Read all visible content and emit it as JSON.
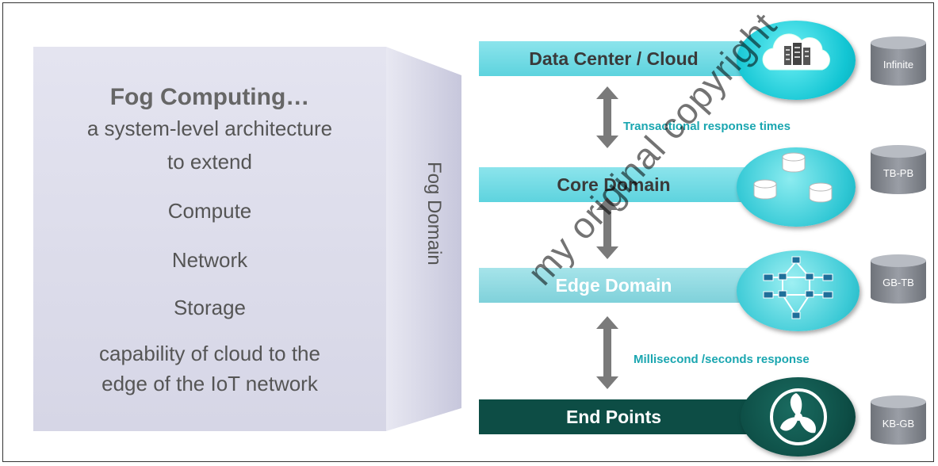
{
  "left_panel": {
    "title": "Fog Computing…",
    "lines": [
      "a system-level architecture",
      "to extend",
      "Compute",
      "Network",
      "Storage",
      "capability of cloud to the",
      "edge of the IoT network"
    ]
  },
  "side_label": "Fog Domain",
  "tiers": [
    {
      "name": "Data Center / Cloud",
      "storage": "Infinite",
      "icon": "cloud-server-icon"
    },
    {
      "name": "Core Domain",
      "storage": "TB-PB",
      "icon": "database-icon"
    },
    {
      "name": "Edge Domain",
      "storage": "GB-TB",
      "icon": "network-topology-icon"
    },
    {
      "name": "End Points",
      "storage": "KB-GB",
      "icon": "fan-icon"
    }
  ],
  "responses": {
    "top": "Transactional response times",
    "bottom": "Millisecond /seconds response"
  },
  "watermark": "my original copyright",
  "colors": {
    "tier_light": "#5dd3de",
    "tier_dark": "#0d4d45",
    "storage_cyl": "#8a8e95",
    "response_text": "#1aa6b0",
    "arrow": "#777777",
    "panel": "#dcdcea"
  }
}
